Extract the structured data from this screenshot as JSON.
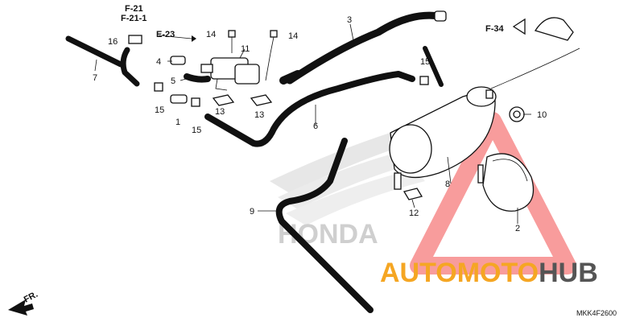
{
  "diagram": {
    "refs": {
      "f21": "F-21",
      "f21_1": "F-21-1",
      "e23": "E-23",
      "f34": "F-34",
      "fr": "FR."
    },
    "callouts": [
      "1",
      "2",
      "3",
      "4",
      "5",
      "6",
      "7",
      "8",
      "9",
      "10",
      "11",
      "12",
      "13",
      "13",
      "14",
      "14",
      "15",
      "15",
      "15",
      "16"
    ],
    "background_logo": "HONDA",
    "code": "MKK4F2600"
  },
  "watermark": {
    "auto": "AUTO",
    "moto": "MOTO",
    "hub": "HUB",
    "colors": {
      "auto": "#f5a623",
      "moto": "#f5a623",
      "hub": "#555555",
      "triangle": "#f24b4b"
    }
  }
}
